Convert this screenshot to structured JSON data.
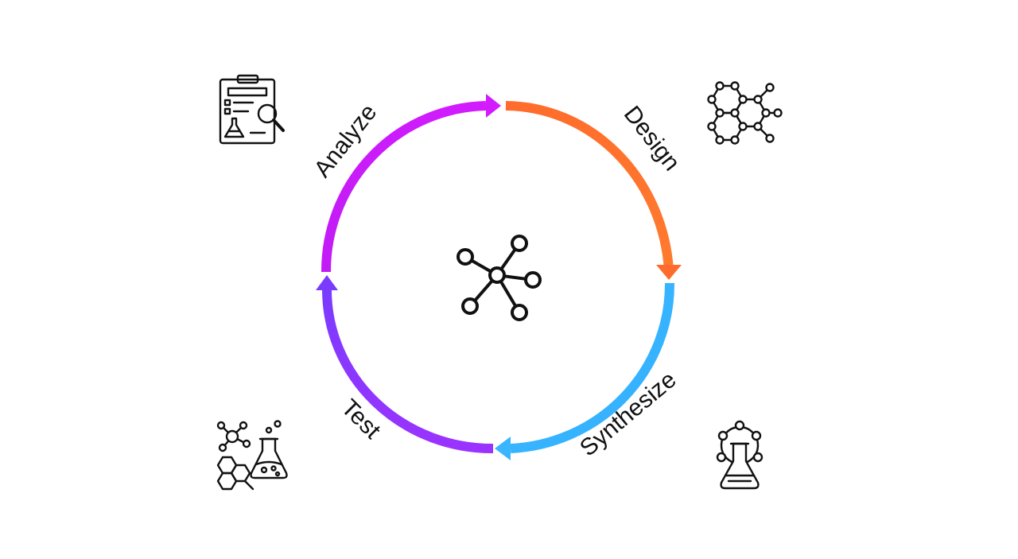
{
  "cycle": {
    "stages": [
      {
        "id": "design",
        "label": "Design",
        "color": "#ff6b2c"
      },
      {
        "id": "synthesize",
        "label": "Synthesize",
        "color": "#38b6ff"
      },
      {
        "id": "test",
        "label": "Test",
        "color": "#8b3bff"
      },
      {
        "id": "analyze",
        "label": "Analyze",
        "color": "#c11cff"
      }
    ],
    "icons": {
      "center": "molecule-icon",
      "design": "hexagon-molecule-icon",
      "synthesize": "flask-molecule-icon",
      "test": "lab-flask-molecules-icon",
      "analyze": "clipboard-analysis-icon"
    }
  }
}
